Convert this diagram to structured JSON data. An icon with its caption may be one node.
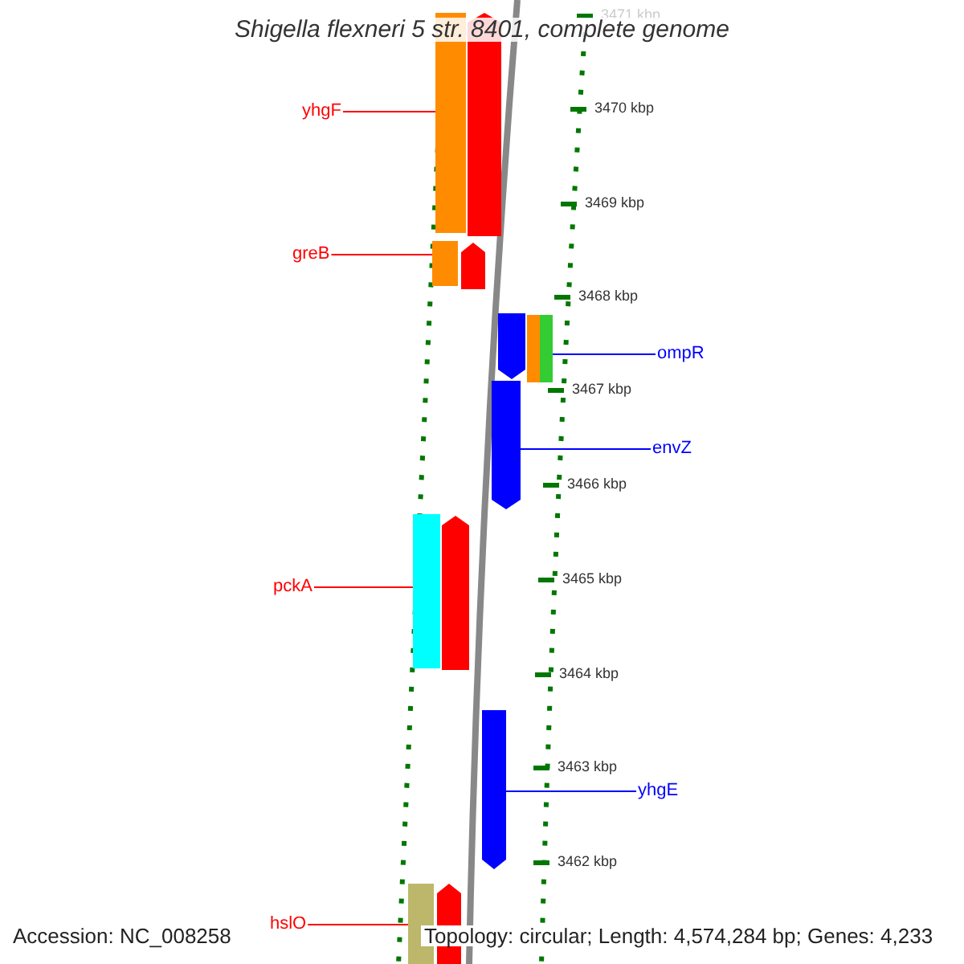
{
  "diagram": {
    "title": "Shigella flexneri 5 str. 8401, complete genome",
    "nodes": [
      {
        "text": [
          "yhgF"
        ]
      },
      {
        "text": [
          "greB"
        ]
      },
      {
        "text": [
          "ompR"
        ]
      },
      {
        "text": [
          "envZ"
        ]
      },
      {
        "text": [
          "pckA"
        ]
      },
      {
        "text": [
          "yhgE"
        ]
      },
      {
        "text": [
          "hslO"
        ]
      },
      {
        "text": [],
        "shape": "bar"
      },
      {
        "text": [],
        "shape": "arrow"
      },
      {
        "text": [],
        "shape": "bar"
      },
      {
        "text": [],
        "shape": "arrow"
      },
      {
        "text": [],
        "shape": "arrow"
      },
      {
        "text": [],
        "shape": "bar"
      },
      {
        "text": [],
        "shape": "bar"
      },
      {
        "text": [],
        "shape": "arrow"
      },
      {
        "text": [],
        "shape": "bar"
      },
      {
        "text": [],
        "shape": "arrow"
      },
      {
        "text": [],
        "shape": "arrow"
      },
      {
        "text": [],
        "shape": "bar"
      },
      {
        "text": [],
        "shape": "arrow"
      }
    ],
    "edges": [
      {
        "from": 0,
        "to": 7,
        "arrow": "none"
      },
      {
        "from": 1,
        "to": 9,
        "arrow": "none"
      },
      {
        "from": 2,
        "to": 13,
        "arrow": "none",
        "color": "#0000ff"
      },
      {
        "from": 3,
        "to": 14,
        "arrow": "none",
        "color": "#0000ff"
      },
      {
        "from": 4,
        "to": 15,
        "arrow": "none"
      },
      {
        "from": 5,
        "to": 17,
        "arrow": "none",
        "color": "#0000ff"
      },
      {
        "from": 6,
        "to": 18,
        "arrow": "none"
      }
    ],
    "labels": [
      "3471 kbp",
      "3470 kbp",
      "3469 kbp",
      "3468 kbp",
      "3467 kbp",
      "3466 kbp",
      "3465 kbp",
      "3464 kbp",
      "3463 kbp",
      "3462 kbp",
      "Accession: NC_008258",
      "Topology: circular; Length: 4,574,284 bp; Genes: 4,233"
    ]
  }
}
